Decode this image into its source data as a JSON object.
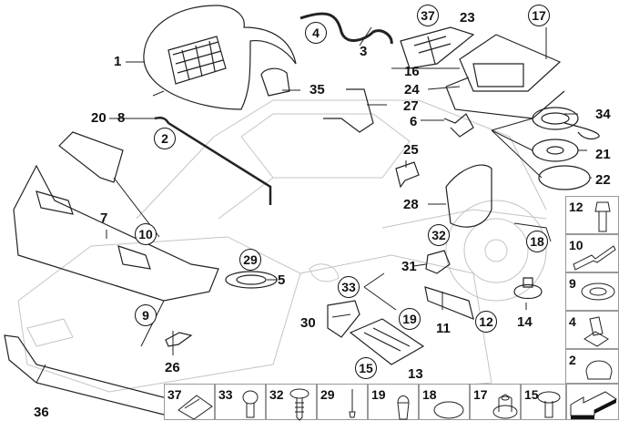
{
  "diagram": {
    "type": "parts-exploded-view",
    "subject": "vehicle body / engine compartment trim parts",
    "callouts_plain": [
      {
        "id": "c1",
        "label": "1"
      },
      {
        "id": "c3",
        "label": "3"
      },
      {
        "id": "c5",
        "label": "5"
      },
      {
        "id": "c6",
        "label": "6"
      },
      {
        "id": "c7",
        "label": "7"
      },
      {
        "id": "c8",
        "label": "8"
      },
      {
        "id": "c11",
        "label": "11"
      },
      {
        "id": "c13",
        "label": "13"
      },
      {
        "id": "c14",
        "label": "14"
      },
      {
        "id": "c16",
        "label": "16"
      },
      {
        "id": "c20",
        "label": "20"
      },
      {
        "id": "c21",
        "label": "21"
      },
      {
        "id": "c22",
        "label": "22"
      },
      {
        "id": "c23",
        "label": "23"
      },
      {
        "id": "c24",
        "label": "24"
      },
      {
        "id": "c25",
        "label": "25"
      },
      {
        "id": "c26",
        "label": "26"
      },
      {
        "id": "c27",
        "label": "27"
      },
      {
        "id": "c28",
        "label": "28"
      },
      {
        "id": "c30",
        "label": "30"
      },
      {
        "id": "c31",
        "label": "31"
      },
      {
        "id": "c34",
        "label": "34"
      },
      {
        "id": "c35",
        "label": "35"
      },
      {
        "id": "c36",
        "label": "36"
      }
    ],
    "callouts_circled": [
      {
        "id": "k2",
        "label": "2"
      },
      {
        "id": "k4",
        "label": "4"
      },
      {
        "id": "k9",
        "label": "9"
      },
      {
        "id": "k10",
        "label": "10"
      },
      {
        "id": "k12",
        "label": "12"
      },
      {
        "id": "k15",
        "label": "15"
      },
      {
        "id": "k17",
        "label": "17"
      },
      {
        "id": "k18",
        "label": "18"
      },
      {
        "id": "k19",
        "label": "19"
      },
      {
        "id": "k29",
        "label": "29"
      },
      {
        "id": "k32",
        "label": "32"
      },
      {
        "id": "k33",
        "label": "33"
      },
      {
        "id": "k37",
        "label": "37"
      }
    ]
  },
  "fastener_legend": {
    "bottom_row": [
      {
        "label": "37",
        "icon": "clip-nut-icon"
      },
      {
        "label": "33",
        "icon": "screw-short-icon"
      },
      {
        "label": "32",
        "icon": "screw-long-icon"
      },
      {
        "label": "29",
        "icon": "rivet-icon"
      },
      {
        "label": "19",
        "icon": "plug-icon"
      },
      {
        "label": "18",
        "icon": "blanking-cap-icon"
      },
      {
        "label": "17",
        "icon": "nut-icon"
      },
      {
        "label": "15",
        "icon": "flange-screw-icon"
      },
      {
        "label": "",
        "icon": "arrow-icon"
      }
    ],
    "right_column": [
      {
        "label": "12",
        "icon": "bolt-icon"
      },
      {
        "label": "10",
        "icon": "hose-connector-icon"
      },
      {
        "label": "9",
        "icon": "grommet-icon"
      },
      {
        "label": "4",
        "icon": "clamp-clip-icon"
      },
      {
        "label": "2",
        "icon": "expanding-rivet-icon"
      }
    ]
  },
  "colors": {
    "line": "#111111",
    "ghost": "#bdbdbd",
    "cell_border": "#999999"
  }
}
